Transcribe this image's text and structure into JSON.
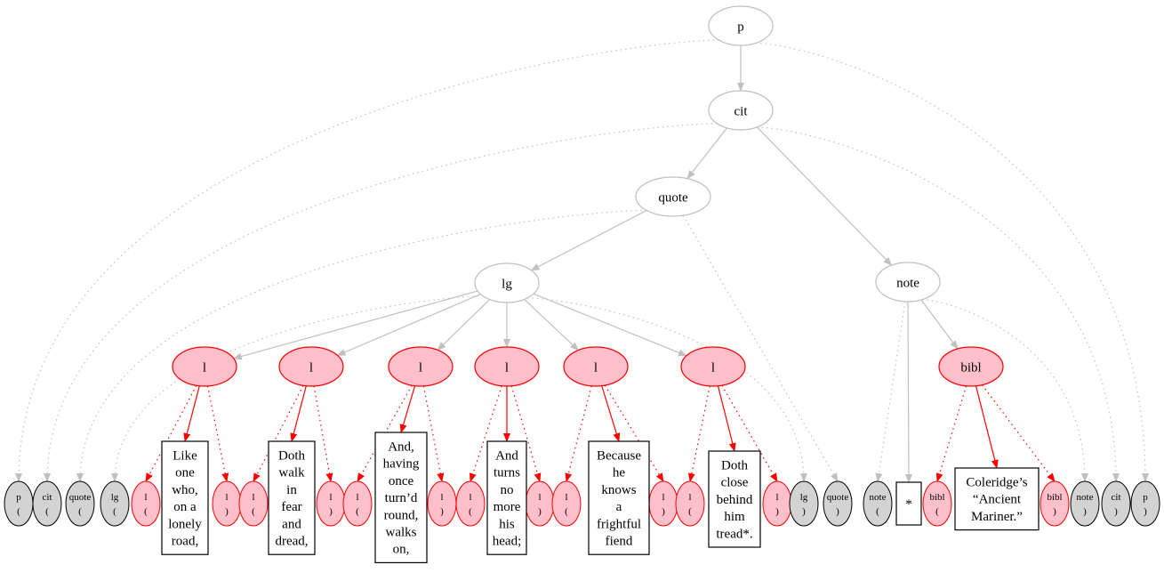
{
  "diagram": {
    "nodes": {
      "p": "p",
      "cit": "cit",
      "quote": "quote",
      "lg": "lg",
      "note": "note",
      "l1": "l",
      "l2": "l",
      "l3": "l",
      "l4": "l",
      "l5": "l",
      "l6": "l",
      "bibl": "bibl"
    },
    "markers": {
      "open_p": [
        "p",
        "("
      ],
      "open_cit": [
        "cit",
        "("
      ],
      "open_quote": [
        "quote",
        "("
      ],
      "open_lg": [
        "lg",
        "("
      ],
      "open_l1": [
        "l",
        "("
      ],
      "close_l1": [
        "l",
        ")"
      ],
      "open_l2": [
        "l",
        "("
      ],
      "close_l2": [
        "l",
        ")"
      ],
      "open_l3": [
        "l",
        "("
      ],
      "close_l3": [
        "l",
        ")"
      ],
      "open_l4": [
        "l",
        "("
      ],
      "close_l4": [
        "l",
        ")"
      ],
      "open_l5": [
        "l",
        "("
      ],
      "close_l5": [
        "l",
        ")"
      ],
      "open_l6": [
        "l",
        "("
      ],
      "close_l6": [
        "l",
        ")"
      ],
      "close_lg": [
        "lg",
        ")"
      ],
      "close_quote": [
        "quote",
        ")"
      ],
      "open_note": [
        "note",
        "("
      ],
      "open_bibl": [
        "bibl",
        "("
      ],
      "close_bibl": [
        "bibl",
        ")"
      ],
      "close_note": [
        "note",
        ")"
      ],
      "close_cit": [
        "cit",
        ")"
      ],
      "close_p": [
        "p",
        ")"
      ]
    },
    "texts": {
      "t1": [
        "Like",
        "one",
        "who,",
        "on a",
        "lonely",
        "road,"
      ],
      "t2": [
        "Doth",
        "walk",
        "in",
        "fear",
        "and",
        "dread,"
      ],
      "t3": [
        "And,",
        "having",
        "once",
        "turn’d",
        "round,",
        "walks",
        "on,"
      ],
      "t4": [
        "And",
        "turns",
        "no",
        "more",
        "his",
        "head;"
      ],
      "t5": [
        "Because",
        "he",
        "knows",
        "a",
        "frightful",
        "fiend"
      ],
      "t6": [
        "Doth",
        "close",
        "behind",
        "him",
        "tread*."
      ],
      "star": [
        "*"
      ],
      "t7": [
        "Coleridge’s",
        "“Ancient",
        "Mariner.”"
      ]
    },
    "colors": {
      "edge_gray": "#c0c0c0",
      "edge_red": "#ff0000",
      "node_stroke_gray": "#c0c0c0",
      "element_fill": "#ffc0cb",
      "element_stroke": "#ff0000",
      "marker_fill": "#d3d3d3",
      "marker_pink": "#ffc0cb",
      "text_box_stroke": "#000000"
    }
  }
}
